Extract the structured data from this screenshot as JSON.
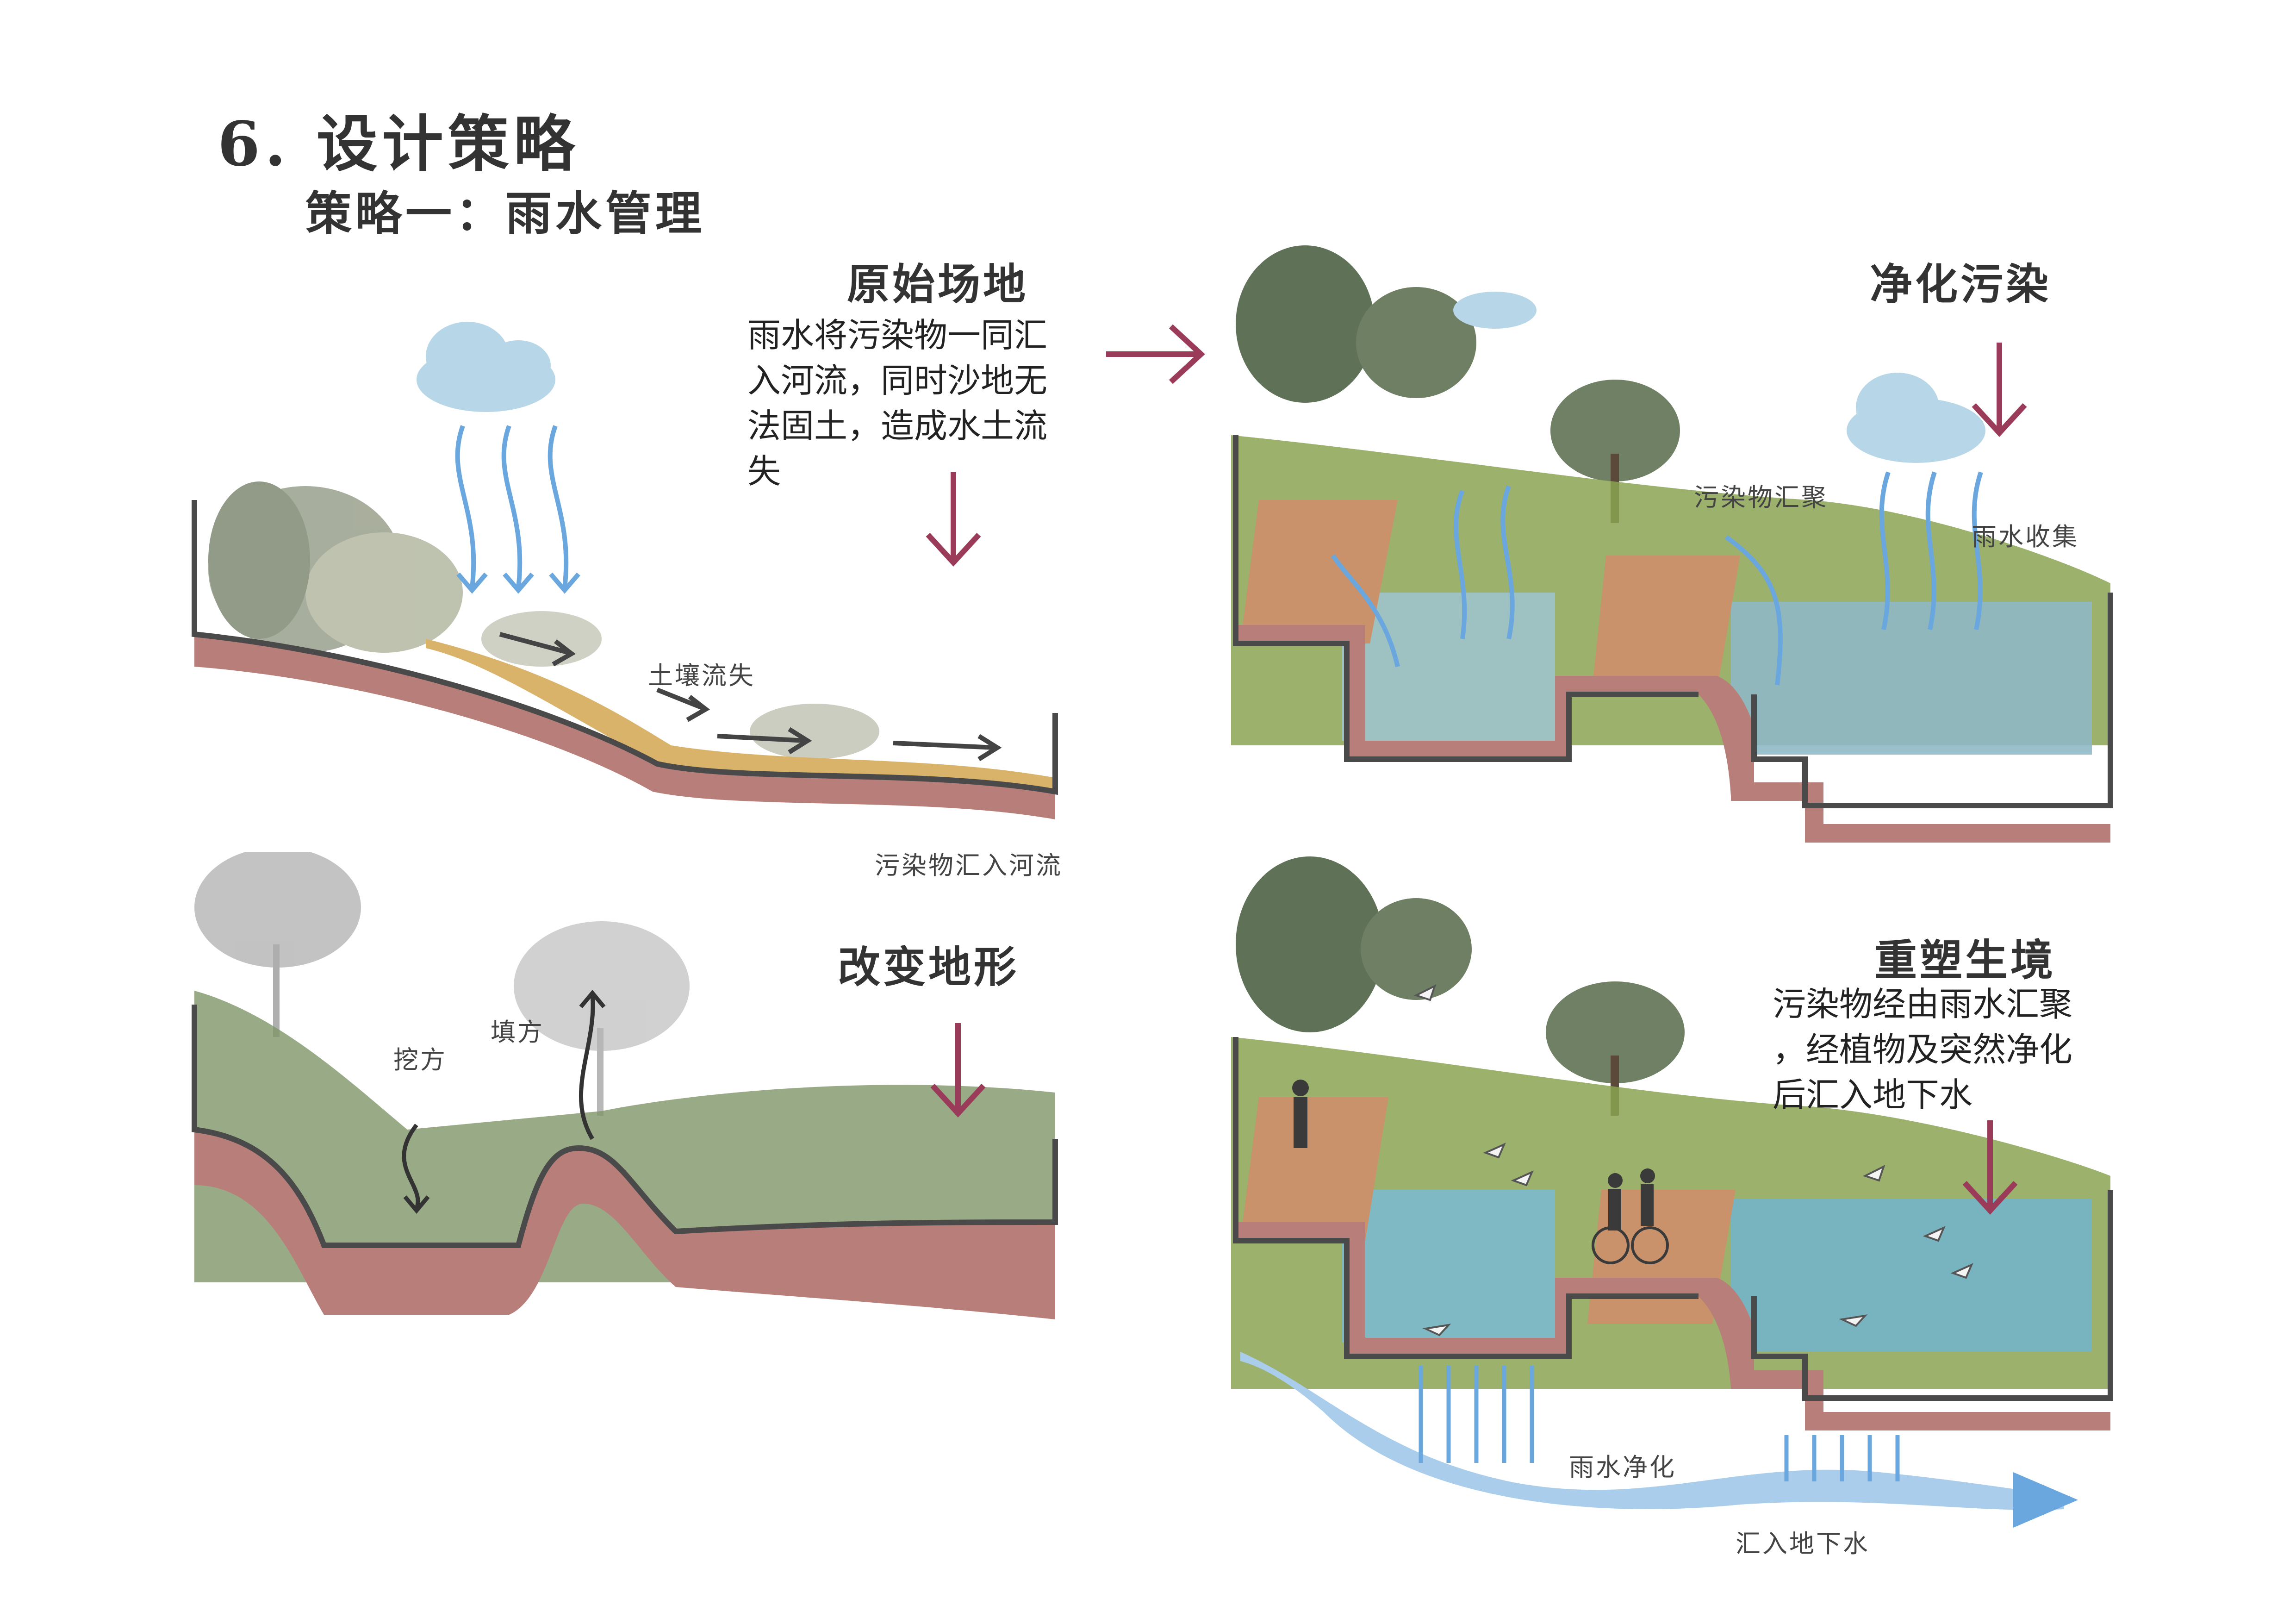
{
  "header": {
    "title": "6. 设计策略",
    "subtitle": "策略一：雨水管理"
  },
  "panels": {
    "original": {
      "title": "原始场地",
      "desc_lines": [
        "雨水将污染物一同汇",
        "入河流，同时沙地无",
        "法固土，造成水土流",
        "失"
      ],
      "labels": {
        "soil_loss": "土壤流失",
        "pollutant_river": "污染物汇入河流"
      }
    },
    "purify": {
      "title": "净化污染",
      "labels": {
        "pollutant_gather": "污染物汇聚",
        "rain_collect": "雨水收集"
      }
    },
    "terrain": {
      "title": "改变地形",
      "labels": {
        "dig": "挖方",
        "fill": "填方"
      }
    },
    "habitat": {
      "title": "重塑生境",
      "desc_lines": [
        "污染物经由雨水汇聚",
        "，经植物及突然净化",
        "后汇入地下水"
      ],
      "labels": {
        "rain_purify": "雨水净化",
        "to_groundwater": "汇入地下水"
      }
    }
  },
  "colors": {
    "accent_arrow": "#9b3b5a",
    "rain": "#6aa7de",
    "soil": "#b87f7a",
    "outline": "#4a4a4a",
    "water": "#7fb9c4",
    "deck": "#c9926b",
    "grass": "#8aa352"
  }
}
